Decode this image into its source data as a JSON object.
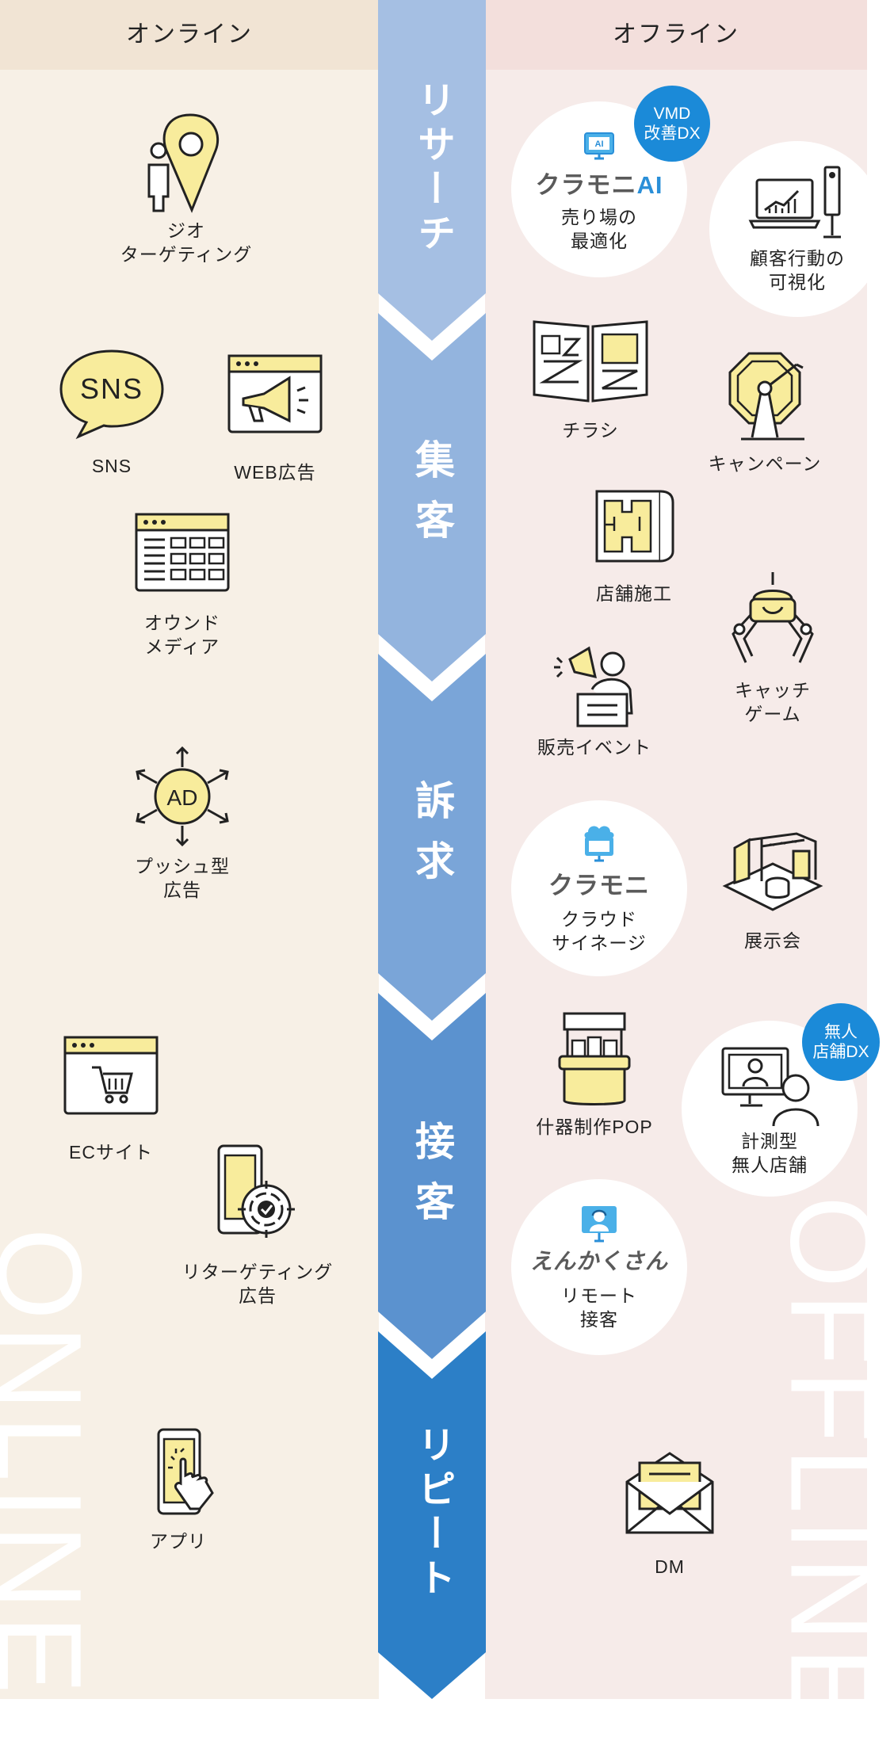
{
  "columns": {
    "online_label": "オンライン",
    "offline_label": "オフライン"
  },
  "watermarks": {
    "left": "ONLINE",
    "right": "OFFLINE"
  },
  "stages": [
    {
      "label": "リサーチ",
      "color": "#a5bfe3"
    },
    {
      "label": "集客",
      "color": "#93b4de"
    },
    {
      "label": "訴求",
      "color": "#7aa5d8"
    },
    {
      "label": "接客",
      "color": "#5b92cf"
    },
    {
      "label": "リピート",
      "color": "#2c7fc7"
    }
  ],
  "online_items": {
    "geo": "ジオ\nターゲティング",
    "sns_icon_text": "SNS",
    "sns": "SNS",
    "web_ad": "WEB広告",
    "owned_media": "オウンド\nメディア",
    "ad_icon_text": "AD",
    "push_ad": "プッシュ型\n広告",
    "ec_site": "ECサイト",
    "retargeting": "リターゲティング\n広告",
    "app": "アプリ"
  },
  "offline_items": {
    "kuramoni_ai_logo_a": "クラモニ",
    "kuramoni_ai_logo_b": "AI",
    "kuramoni_ai_badge": "AI",
    "kuramoni_ai_label": "売り場の\n最適化",
    "vmd_badge": "VMD\n改善DX",
    "visualization": "顧客行動の\n可視化",
    "flyer": "チラシ",
    "campaign": "キャンペーン",
    "store_construction": "店舗施工",
    "sales_event": "販売イベント",
    "crane_game": "キャッチ\nゲーム",
    "kuramoni_logo": "クラモニ",
    "kuramoni_label": "クラウド\nサイネージ",
    "exhibition": "展示会",
    "fixture_pop": "什器制作POP",
    "unmanned_badge": "無人\n店舗DX",
    "measured_store": "計測型\n無人店舗",
    "enkaku_logo": "えんかくさん",
    "remote_service": "リモート\n接客",
    "dm": "DM"
  },
  "colors": {
    "accent_yellow": "#f8ec9c",
    "badge_blue": "#1b8ad8",
    "line": "#222222"
  }
}
